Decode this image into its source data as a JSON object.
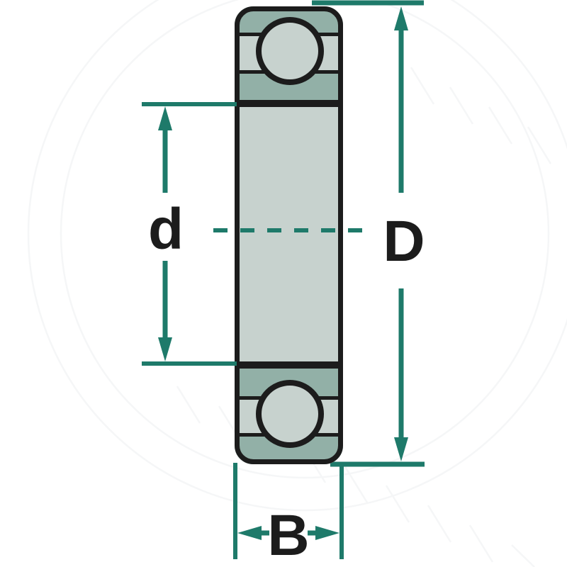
{
  "meta": {
    "type": "technical-dimension-diagram",
    "subject": "deep-groove ball bearing cross-section with dimension callouts"
  },
  "labels": {
    "bore_diameter": "d",
    "outer_diameter": "D",
    "width": "B"
  },
  "colors": {
    "dimension_accent": "#1e7a6a",
    "outline": "#1c1c1c",
    "ring_dark": "#92b0a7",
    "ring_light": "#c7d2ce",
    "background": "#ffffff"
  }
}
